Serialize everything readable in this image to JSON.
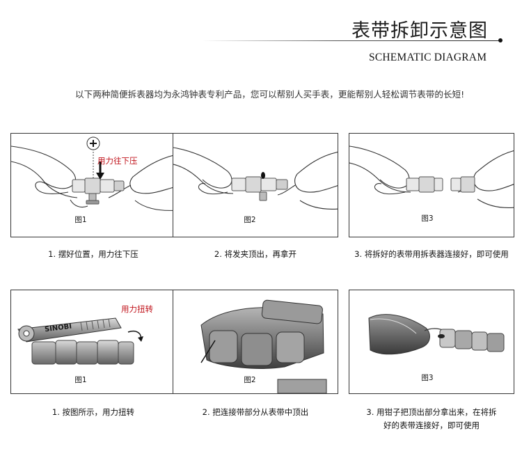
{
  "header": {
    "title_cn": "表带拆卸示意图",
    "title_en": "SCHEMATIC DIAGRAM"
  },
  "intro": "以下两种简便拆表器均为永鸿钟表专利产品，您可以帮别人买手表，更能帮别人轻松调节表带的长短!",
  "row1": {
    "panels": [
      {
        "fig": "图1",
        "caption": "1. 摆好位置，用力往下压",
        "note": "用力往下压"
      },
      {
        "fig": "图2",
        "caption": "2. 将发夹顶出，再拿开"
      },
      {
        "fig": "图3",
        "caption": "3. 将拆好的表带用拆表器连接好，即可使用"
      }
    ]
  },
  "row2": {
    "panels": [
      {
        "fig": "图1",
        "caption": "1. 按图所示，用力扭转",
        "note": "用力扭转",
        "tool_brand": "SINOBI"
      },
      {
        "fig": "图2",
        "caption": "2. 把连接带部分从表带中顶出"
      },
      {
        "fig": "图3",
        "caption_line1": "3. 用钳子把顶出部分拿出来，在将拆",
        "caption_line2": "好的表带连接好，即可使用"
      }
    ]
  }
}
